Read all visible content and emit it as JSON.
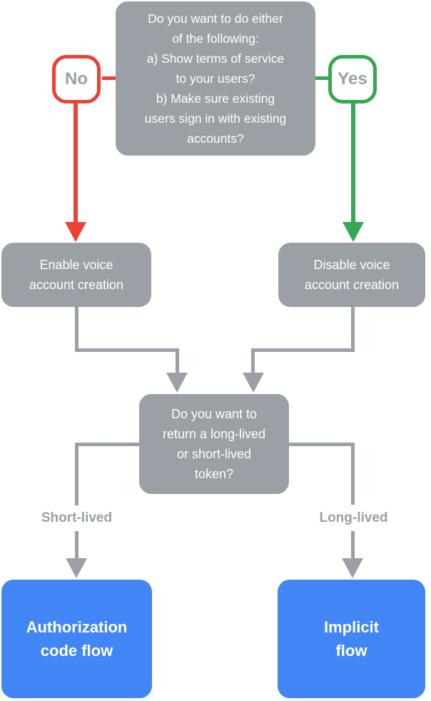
{
  "colors": {
    "node_gray": "#9AA0A6",
    "connector_gray": "#9AA0A6",
    "no_red": "#EA4335",
    "yes_green": "#34A853",
    "result_blue": "#4285F4",
    "node_text": "#FFFFFF",
    "badge_text": "#9AA0A6",
    "label_background": "#FFFFFF"
  },
  "flowchart": {
    "question_top": "Do you want to do either\nof the following:\na) Show terms of service\nto your users?\nb) Make sure existing\nusers sign in with existing\naccounts?",
    "no_label": "No",
    "yes_label": "Yes",
    "enable_node": "Enable voice\naccount creation",
    "disable_node": "Disable voice\naccount creation",
    "question_token": "Do you want to\nreturn a long-lived\nor short-lived\ntoken?",
    "short_lived_label": "Short-lived",
    "long_lived_label": "Long-lived",
    "auth_code_node": "Authorization\ncode flow",
    "implicit_node": "Implicit\nflow"
  }
}
